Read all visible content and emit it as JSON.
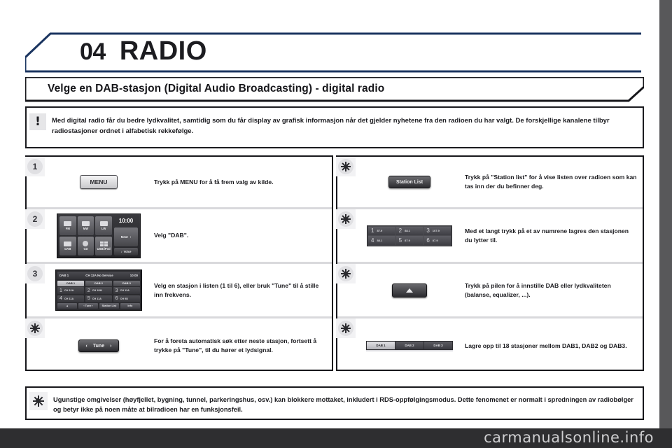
{
  "chapter": {
    "number": "04",
    "title": "RADIO"
  },
  "section": {
    "title": "Velge en DAB-stasjon (Digital Audio Broadcasting) - digital radio"
  },
  "info_band": {
    "icon": "exclamation-icon",
    "symbol": "!",
    "text": "Med digital radio får du bedre lydkvalitet, samtidig som du får display av grafisk informasjon når det gjelder nyhetene fra den radioen du har valgt. De forskjellige kanalene tilbyr radiostasjoner ordnet i alfabetisk rekkefølge."
  },
  "left_column": {
    "rows": [
      {
        "badge": "1",
        "badge_type": "number",
        "visual": "menu-button",
        "button_label": "MENU",
        "text": "Trykk på MENU for å få frem valg av kilde."
      },
      {
        "badge": "2",
        "badge_type": "number",
        "visual": "source-screen",
        "text": "Velg \"DAB\"."
      },
      {
        "badge": "3",
        "badge_type": "number",
        "visual": "dab-screen",
        "text": "Velg en stasjon i listen (1 til 6), eller bruk \"Tune\" til å stille inn frekvens."
      },
      {
        "badge": "tip",
        "badge_type": "tip",
        "visual": "tune-button",
        "button_label": "Tune",
        "text": "For å foreta automatisk søk etter neste stasjon, fortsett å trykke på \"Tune\", til du hører et lydsignal."
      }
    ]
  },
  "right_column": {
    "rows": [
      {
        "badge": "tip",
        "badge_type": "tip",
        "visual": "station-list-button",
        "button_label": "Station List",
        "text": "Trykk på \"Station list\" for å vise listen over radioen som kan tas inn der du befinner deg."
      },
      {
        "badge": "tip",
        "badge_type": "tip",
        "visual": "preset-pad",
        "text": "Med et langt trykk på et av numrene lagres den stasjonen du lytter til."
      },
      {
        "badge": "tip",
        "badge_type": "tip",
        "visual": "arrow-button",
        "text": "Trykk på pilen for å innstille DAB eller lydkvaliteten (balanse, equalizer, ...)."
      },
      {
        "badge": "tip",
        "badge_type": "tip",
        "visual": "dab-tab-strip",
        "text": "Lagre opp til 18 stasjoner mellom DAB1, DAB2 og DAB3."
      }
    ]
  },
  "source_screen": {
    "clock": "10:00",
    "next_label": "Next",
    "voice_label": "Voice",
    "cells": [
      {
        "label": "FM",
        "icon": "radio-icon"
      },
      {
        "label": "MW",
        "icon": "radio-icon"
      },
      {
        "label": "LW",
        "icon": "radio-icon"
      },
      {
        "label": "DAB",
        "icon": "dab-icon"
      },
      {
        "label": "CD",
        "icon": "disc-icon"
      },
      {
        "label": "USB/iPod",
        "icon": "usb-icon"
      }
    ]
  },
  "dab_screen": {
    "band": "DAB 1",
    "station": "CH 12A No Service",
    "clock": "10:00",
    "tabs": [
      "DAB 1",
      "DAB 2",
      "DAB 3"
    ],
    "active_tab": 0,
    "presets": [
      {
        "num": "1",
        "label": "CH 12A"
      },
      {
        "num": "2",
        "label": "CH 10M"
      },
      {
        "num": "3",
        "label": "CH 11A"
      },
      {
        "num": "4",
        "label": "CH 11A"
      },
      {
        "num": "5",
        "label": "CH 11A"
      },
      {
        "num": "6",
        "label": "CH 9D"
      }
    ],
    "bottom_keys": [
      "▲",
      "‹ Tune ›",
      "Station List",
      "Info"
    ]
  },
  "preset_pad": {
    "cells": [
      {
        "num": "1",
        "label": "87.9"
      },
      {
        "num": "2",
        "label": "88.1"
      },
      {
        "num": "3",
        "label": "107.9"
      },
      {
        "num": "4",
        "label": "88.1"
      },
      {
        "num": "5",
        "label": "87.9"
      },
      {
        "num": "6",
        "label": "87.9"
      }
    ]
  },
  "tab_strip": {
    "tabs": [
      "DAB 1",
      "DAB 2",
      "DAB 3"
    ],
    "active_tab": 0
  },
  "tune_button": {
    "left_arrow": "‹",
    "label": "Tune",
    "right_arrow": "›"
  },
  "bottom_tip": {
    "icon": "sun-tip-icon",
    "text": "Ugunstige omgivelser (høyfjellet, bygning, tunnel, parkeringshus, osv.) kan blokkere mottaket, inkludert i RDS-oppfølgingsmodus. Dette fenomenet er normalt i spredningen av radiobølger og betyr ikke på noen måte at bilradioen har en funksjonsfeil."
  },
  "footer": {
    "brand": "carmanualsonline.info"
  },
  "colors": {
    "accent_navy": "#1b3560",
    "ink": "#1b1b1f",
    "rule_grey": "#d9d9dc",
    "gutter_dark": "#58585a"
  }
}
